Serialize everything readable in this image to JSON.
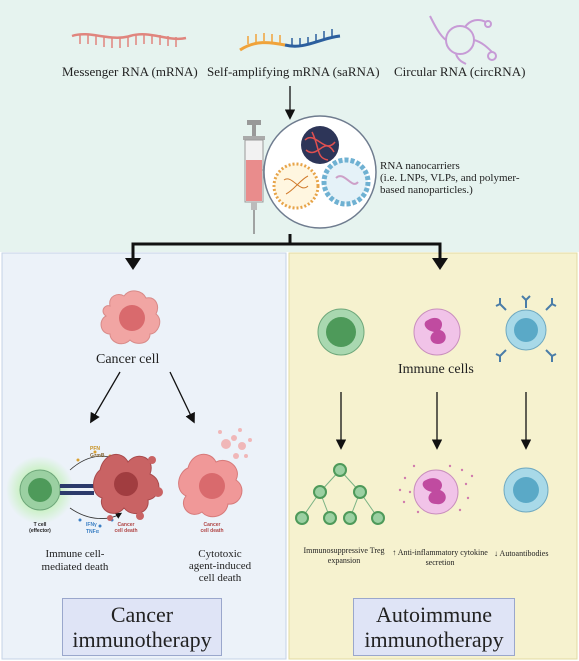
{
  "colors": {
    "top_panel": "#e6f3ef",
    "cancer_panel": "#ecf2f9",
    "autoimmune_panel": "#f6f2cf",
    "cancer_cell": "#e87c7c",
    "t_cell": "#90c69b",
    "neutrophil": "#d16cb6",
    "b_cell": "#7fc3d8"
  },
  "top": {
    "mrna_label": "Messenger RNA (mRNA)",
    "sarna_label": "Self-amplifying mRNA (saRNA)",
    "circrna_label": "Circular RNA (circRNA)",
    "nanocarrier_title": "RNA  nanocarriers",
    "nanocarrier_line2": "(i.e. LNPs, VLPs, and polymer-",
    "nanocarrier_line3": "based nanoparticles.)"
  },
  "cancer": {
    "cell_label": "Cancer cell",
    "pfn": "PFN",
    "gzmb": "GzmB",
    "ifng": "IFNγ",
    "tnfa": "TNFα",
    "tcell_line1": "T cell",
    "tcell_line2": "(effector)",
    "death1_line1": "Cancer",
    "death1_line2": "cell death",
    "death2_line1": "Cancer",
    "death2_line2": "cell death",
    "immune_death_line1": "Immune cell-",
    "immune_death_line2": "mediated death",
    "cytotoxic_line1": "Cytotoxic",
    "cytotoxic_line2": "agent-induced",
    "cytotoxic_line3": "cell death",
    "box_line1": "Cancer",
    "box_line2": "immunotherapy"
  },
  "autoimmune": {
    "cells_label": "Immune cells",
    "treg_line1": "Immunosuppressive Treg",
    "treg_line2": "expansion",
    "cytokine_line1": "↑ Anti-inflammatory cytokine",
    "cytokine_line2": "secretion",
    "autoantibodies": "↓ Autoantibodies",
    "box_line1": "Autoimmune",
    "box_line2": "immunotherapy"
  }
}
